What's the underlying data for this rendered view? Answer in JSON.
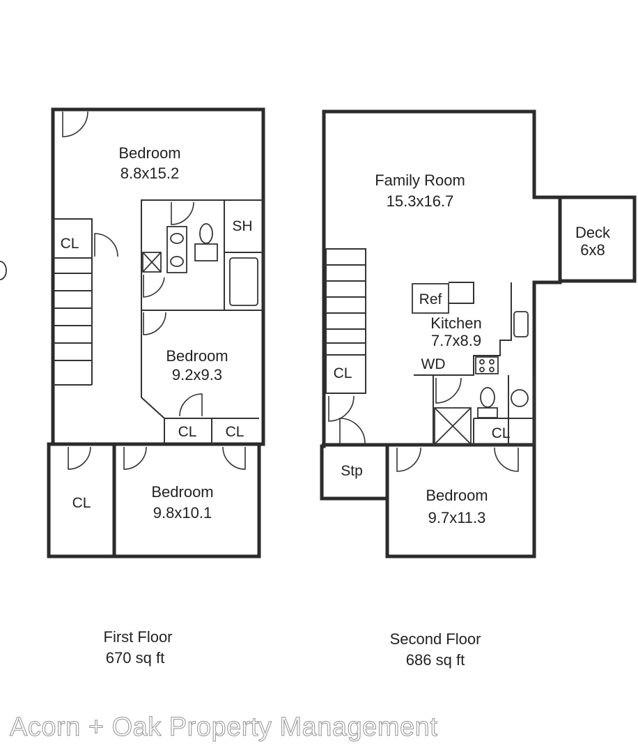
{
  "first_floor": {
    "caption_name": "First Floor",
    "caption_area": "670 sq ft",
    "rooms": {
      "bedroom_top": {
        "name": "Bedroom",
        "size": "8.8x15.2"
      },
      "bedroom_mid": {
        "name": "Bedroom",
        "size": "9.2x9.3"
      },
      "bedroom_bottom": {
        "name": "Bedroom",
        "size": "9.8x10.1"
      }
    },
    "labels": {
      "closet_left": "CL",
      "shower": "SH",
      "closet_mid_a": "CL",
      "closet_mid_b": "CL",
      "closet_bottom": "CL"
    }
  },
  "second_floor": {
    "caption_name": "Second Floor",
    "caption_area": "686 sq ft",
    "rooms": {
      "family_room": {
        "name": "Family Room",
        "size": "15.3x16.7"
      },
      "deck": {
        "name": "Deck",
        "size": "6x8"
      },
      "kitchen": {
        "name": "Kitchen",
        "size": "7.7x8.9"
      },
      "bedroom": {
        "name": "Bedroom",
        "size": "9.7x11.3"
      }
    },
    "labels": {
      "refrigerator": "Ref",
      "washer_dryer": "WD",
      "closet_stair": "CL",
      "closet_bath": "CL",
      "stoop": "Stp"
    }
  },
  "watermark": "Acorn + Oak Property Management"
}
